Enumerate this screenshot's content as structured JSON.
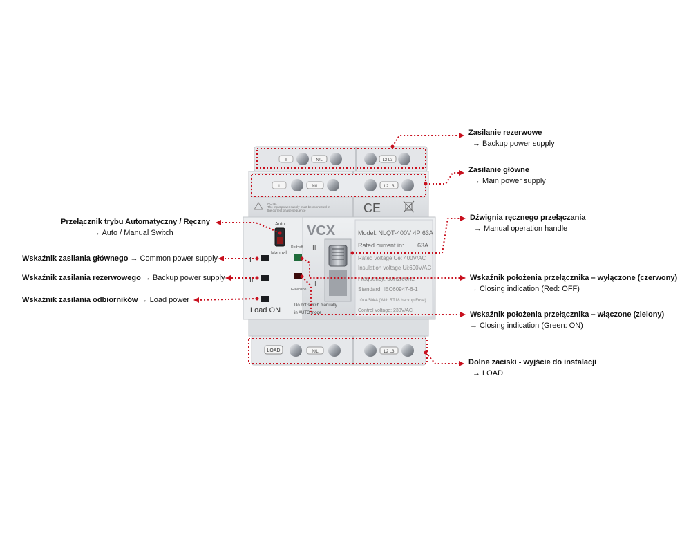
{
  "device": {
    "brand": "VCX",
    "model_line": "Model: NLQT-400V 4P 63A",
    "rated_current_label": "Rated current in:",
    "rated_current_value": "63A",
    "rated_voltage": "Rated voltage Ue:    400V/AC",
    "insulation_voltage": "Insulation voltage Ui:690V/AC",
    "frequency": "Frequency:          50Hz/60Hz",
    "standard": "Standard:        IEC60947-6-1",
    "breaking": "10kA/50kA (With RT18 backup Fuse)",
    "control_voltage": "Control voltage:     230V/AC",
    "auto_label": "Auto",
    "manual_label": "Manual",
    "red_off_label": "Red=off",
    "green_on_label": "Green=on",
    "warning_line1": "Do not switch manually",
    "warning_line2": "in AUTO mode",
    "load_on_label": "Load ON",
    "roman_one": "I",
    "roman_two": "II",
    "nl_label": "N/L",
    "l2l3_label": "L2 L3",
    "load_tag": "LOAD",
    "note_line1": "NOTE:",
    "note_line2": "The input power supply must be connected in",
    "note_line3": "the correct phase sequence",
    "ce_mark": "CE"
  },
  "callouts": {
    "backup_supply": {
      "title": "Zasilanie rezerwowe",
      "sub": "→ Backup power supply"
    },
    "main_supply": {
      "title": "Zasilanie główne",
      "sub": "→ Main power supply"
    },
    "mode_switch": {
      "title": "Przełącznik trybu Automatyczny / Ręczny",
      "sub": "→ Auto / Manual Switch"
    },
    "manual_handle": {
      "title": "Dźwignia ręcznego przełączania",
      "sub": "→ Manual operation handle"
    },
    "common_indicator": {
      "title": "Wskaźnik zasilania głównego",
      "sub": "→ Common power supply"
    },
    "backup_indicator": {
      "title": "Wskaźnik zasilania rezerwowego",
      "sub": "→ Backup power supply"
    },
    "load_indicator": {
      "title": "Wskaźnik zasilania odbiorników",
      "sub": "→ Load power"
    },
    "off_indicator": {
      "title": "Wskaźnik położenia przełącznika – wyłączone (czerwony)",
      "sub": "→ Closing indication (Red: OFF)"
    },
    "on_indicator": {
      "title": "Wskaźnik położenia przełącznika – włączone (zielony)",
      "sub": "→ Closing indication (Green: ON)"
    },
    "bottom_terminals": {
      "title": "Dolne zaciski - wyjście do instalacji",
      "sub": "→ LOAD"
    }
  },
  "colors": {
    "callout_red": "#c8101e",
    "housing": "#e6e8ea",
    "housing_dark": "#c9ccd0",
    "lcd_green": "#1f6b3a",
    "lcd_red": "#7a1010"
  }
}
